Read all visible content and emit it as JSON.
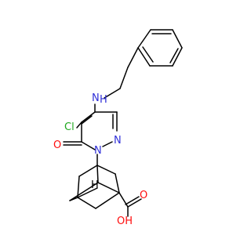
{
  "molecule": {
    "atom_labels": {
      "nh": "N",
      "nh_h": "H",
      "cl": "Cl",
      "o_ketone": "O",
      "n_ring_1": "N",
      "n_ring_2": "N",
      "h_bridge": "H",
      "carboxyl_oh": "OH",
      "carboxyl_o": "O"
    },
    "colors": {
      "bond": "#000000",
      "nitrogen": "#3030d8",
      "oxygen": "#ff0d0d",
      "chlorine": "#1fa81f",
      "carbon_hydrogen": "#000000"
    }
  }
}
